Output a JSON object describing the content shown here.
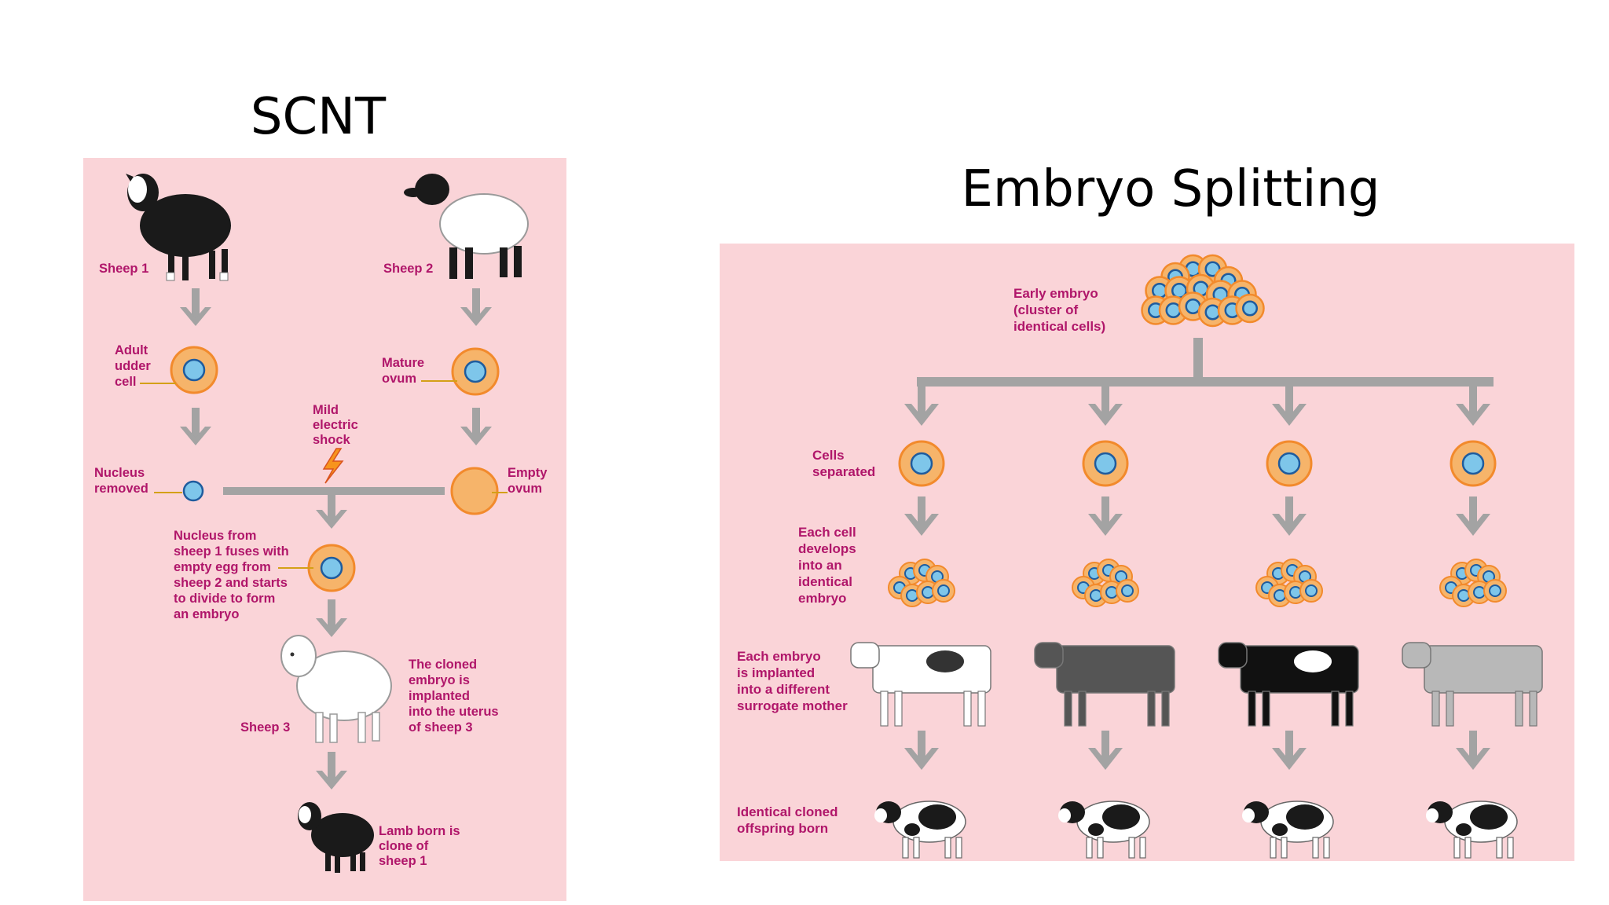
{
  "slide": {
    "scnt_title": "SCNT",
    "embryo_title": "Embryo Splitting"
  },
  "scnt": {
    "sheep1": "Sheep 1",
    "sheep2": "Sheep 2",
    "adult_udder_cell": [
      "Adult",
      "udder",
      "cell"
    ],
    "mature_ovum": [
      "Mature",
      "ovum"
    ],
    "mild_shock": [
      "Mild",
      "electric",
      "shock"
    ],
    "nucleus_removed": [
      "Nucleus",
      "removed"
    ],
    "empty_ovum": [
      "Empty",
      "ovum"
    ],
    "fusion": [
      "Nucleus from",
      "sheep 1 fuses with",
      "empty egg from",
      "sheep 2 and starts",
      "to divide to form",
      "an embryo"
    ],
    "sheep3": "Sheep 3",
    "implanted": [
      "The cloned",
      "embryo is",
      "implanted",
      "into the uterus",
      "of sheep 3"
    ],
    "lamb": [
      "Lamb born is",
      "clone of",
      "sheep 1"
    ]
  },
  "embryo": {
    "early_embryo": [
      "Early embryo",
      "(cluster of",
      "identical cells)"
    ],
    "cells_separated": [
      "Cells",
      "separated"
    ],
    "develops": [
      "Each cell",
      "develops",
      "into an",
      "identical",
      "embryo"
    ],
    "implanted": [
      "Each embryo",
      "is implanted",
      "into a different",
      "surrogate mother"
    ],
    "offspring": [
      "Identical cloned",
      "offspring born"
    ]
  },
  "colors": {
    "panel_bg": "#fad4d8",
    "label": "#b0166a",
    "arrow": "#a3a3a3",
    "cell_fill": "#f6b46a",
    "cell_ring": "#f28a2c",
    "nucleus": "#7ec6ea",
    "nucleus_ring": "#1f5c9e"
  }
}
